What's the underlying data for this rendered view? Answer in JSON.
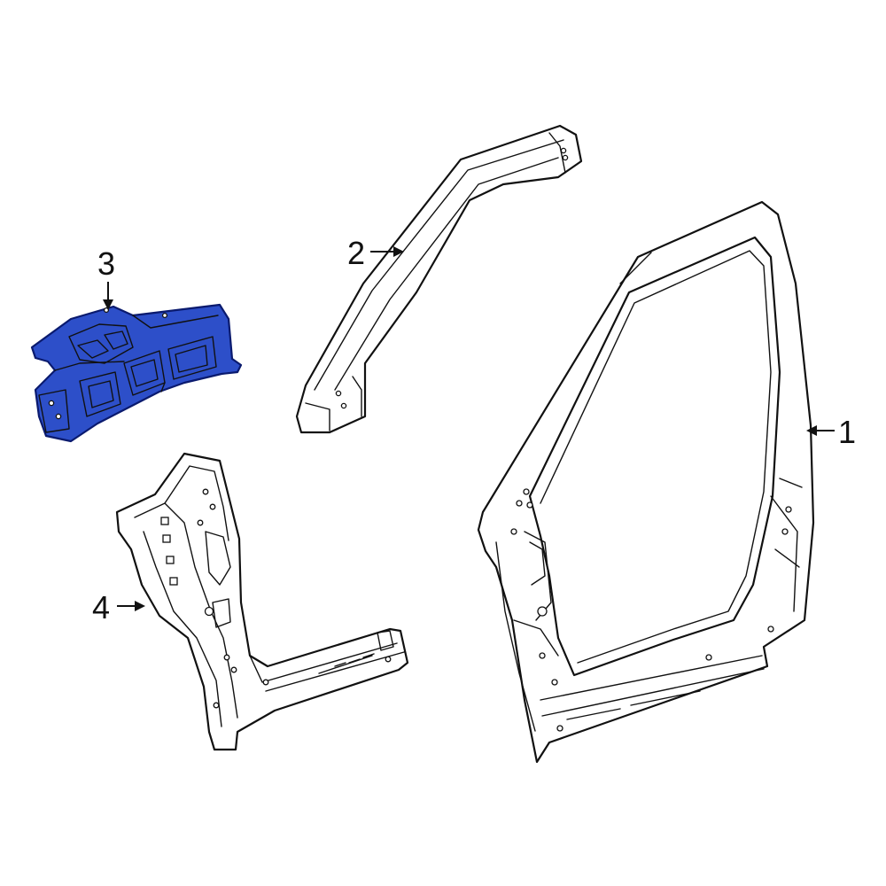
{
  "callouts": [
    {
      "id": "1",
      "label": "1"
    },
    {
      "id": "2",
      "label": "2"
    },
    {
      "id": "3",
      "label": "3"
    },
    {
      "id": "4",
      "label": "4"
    }
  ],
  "colors": {
    "highlight": "#2d4fc9",
    "highlight_stroke": "#0a1a6e",
    "line": "#111111",
    "background": "#ffffff"
  }
}
